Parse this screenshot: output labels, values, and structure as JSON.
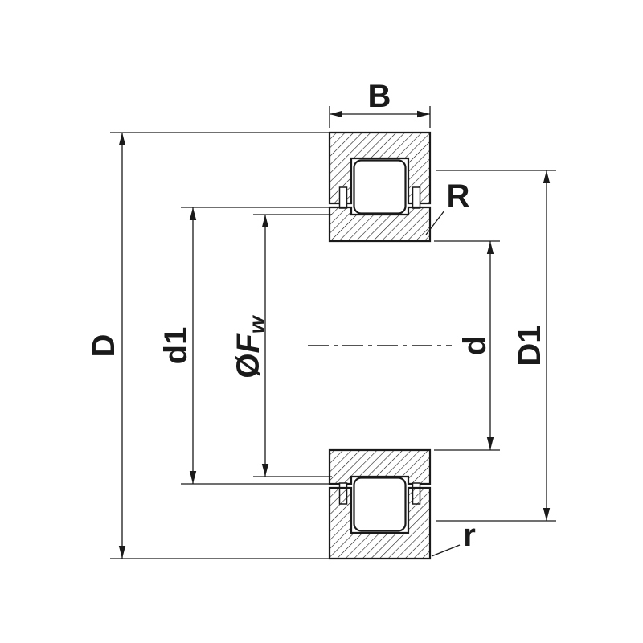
{
  "page": {
    "background": "#ffffff"
  },
  "diagram": {
    "line_color": "#1a1a1a",
    "labels": {
      "B": "B",
      "D": "D",
      "d1": "d1",
      "fw_prefix": "Ø",
      "fw_symbol": "F",
      "fw_subscript": "w",
      "d": "d",
      "D1": "D1",
      "R": "R",
      "r": "r"
    }
  }
}
